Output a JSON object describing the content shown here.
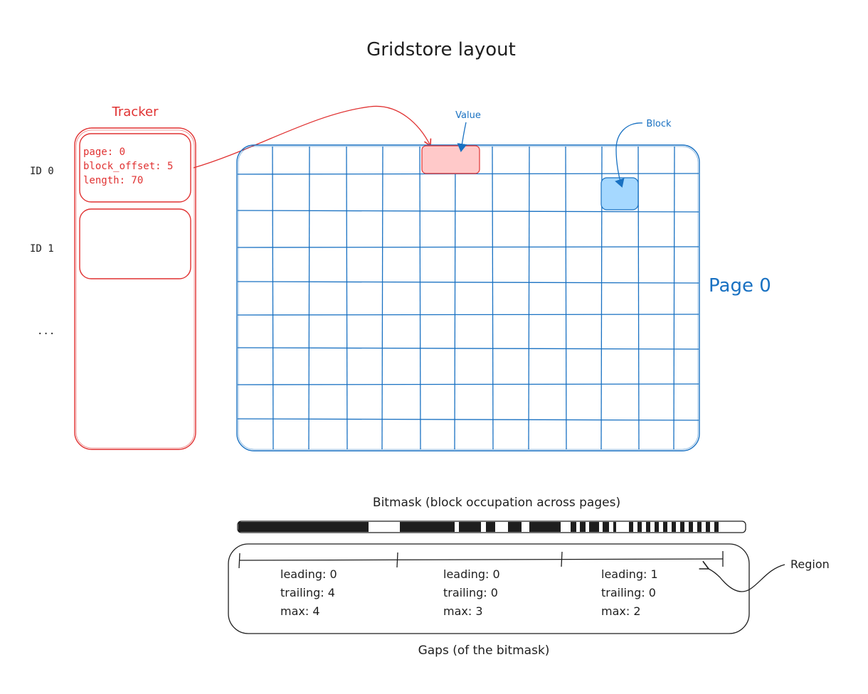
{
  "title": "Gridstore layout",
  "tracker": {
    "label": "Tracker",
    "color": "#e03131",
    "ids": [
      "ID 0",
      "ID 1",
      "..."
    ],
    "entry0": {
      "page": "page: 0",
      "block_offset": "block_offset: 5",
      "length": "length: 70"
    }
  },
  "page": {
    "label": "Page 0",
    "color": "#1971c2",
    "value_label": "Value",
    "block_label": "Block",
    "value_fill": "#ffc9c9",
    "block_fill": "#a5d8ff"
  },
  "bitmask": {
    "label": "Bitmask (block occupation across pages)"
  },
  "gaps": {
    "label": "Gaps (of the bitmask)",
    "region_label": "Region",
    "regions": [
      {
        "leading": "leading: 0",
        "trailing": "trailing: 4",
        "max": "max: 4"
      },
      {
        "leading": "leading: 0",
        "trailing": "trailing: 0",
        "max": "max: 3"
      },
      {
        "leading": "leading: 1",
        "trailing": "trailing: 0",
        "max": "max: 2"
      }
    ]
  }
}
